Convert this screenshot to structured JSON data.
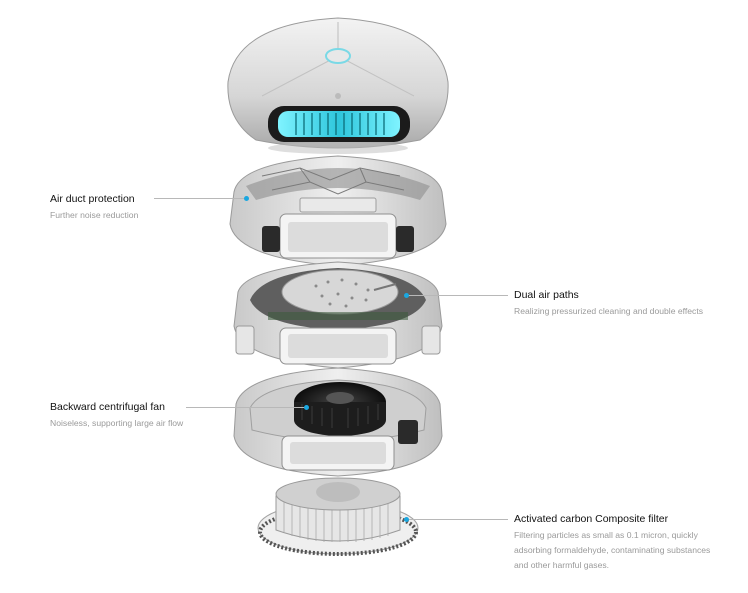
{
  "callouts": [
    {
      "title": "Air duct protection",
      "description": [
        "Further noise reduction"
      ]
    },
    {
      "title": "Dual air paths",
      "description": [
        "Realizing pressurized cleaning and double effects"
      ]
    },
    {
      "title": "Backward centrifugal fan",
      "description": [
        "Noiseless, supporting large air flow"
      ]
    },
    {
      "title": "Activated carbon Composite filter",
      "description": [
        "Filtering particles as small as 0.1 micron, quickly",
        "adsorbing formaldehyde, contaminating substances",
        "and other harmful gases."
      ]
    }
  ],
  "colors": {
    "accent_glow": "#3fd6e6",
    "marker_dot": "#1aa7e0",
    "body_silver": "#d9d9d9"
  }
}
